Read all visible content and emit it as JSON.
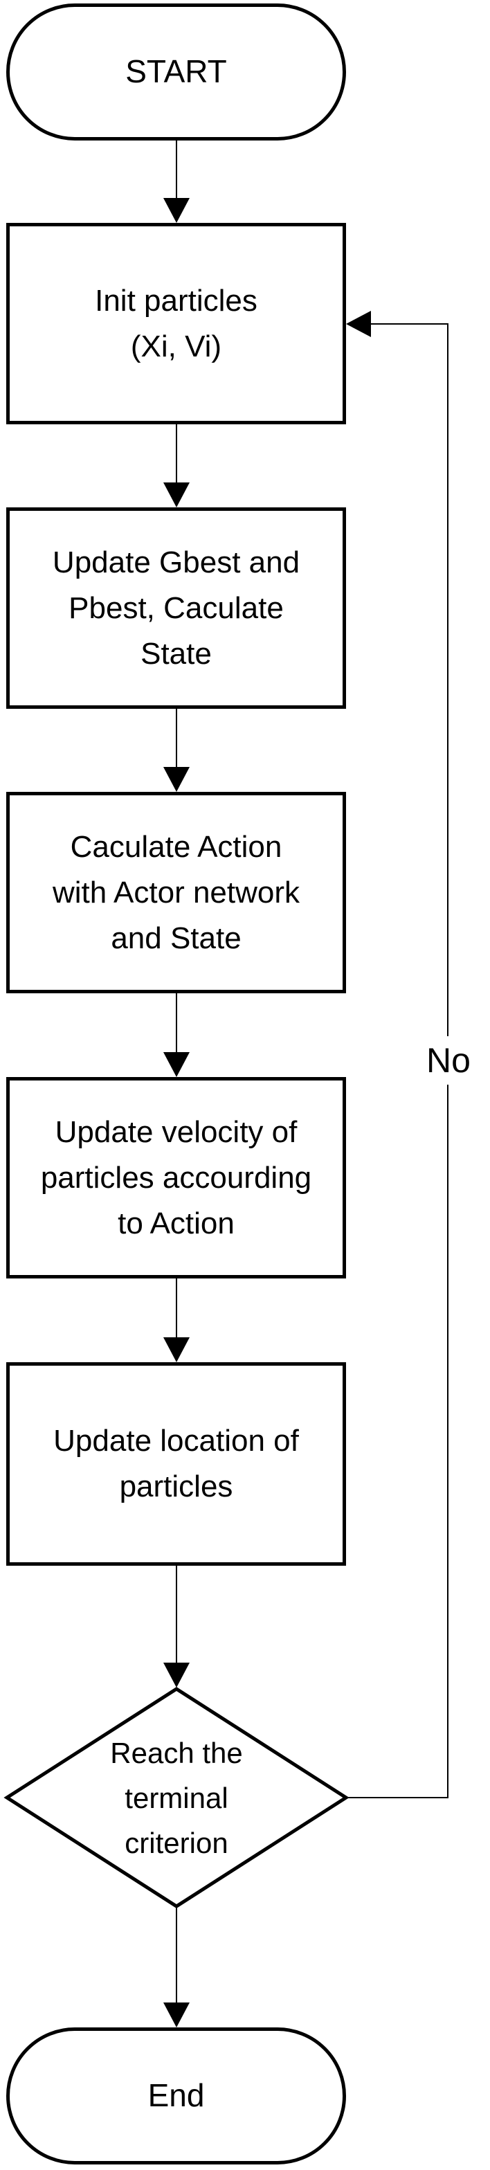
{
  "diagram": {
    "colors": {
      "stroke": "#000000",
      "background": "#ffffff",
      "text": "#000000"
    },
    "nodes": {
      "start": {
        "type": "terminator",
        "label": "START"
      },
      "init": {
        "type": "process",
        "label": "Init particles\n(Xi, Vi)"
      },
      "update_best": {
        "type": "process",
        "label": "Update Gbest and\nPbest, Caculate\nState"
      },
      "calc_action": {
        "type": "process",
        "label": "Caculate Action\nwith Actor network\nand State"
      },
      "update_velocity": {
        "type": "process",
        "label": "Update velocity of\nparticles accourding\nto Action"
      },
      "update_location": {
        "type": "process",
        "label": "Update location of\nparticles"
      },
      "decision": {
        "type": "decision",
        "label": "Reach the\nterminal\ncriterion"
      },
      "end": {
        "type": "terminator",
        "label": "End"
      }
    },
    "edges": {
      "no_branch_label": "No"
    }
  }
}
